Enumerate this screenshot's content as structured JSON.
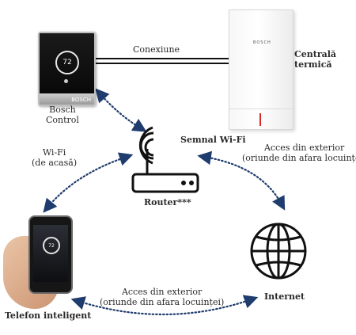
{
  "labels": {
    "thermostat": [
      "Bosch",
      "Control"
    ],
    "boiler": [
      "Centrală",
      "termică"
    ],
    "connection": "Conexiune",
    "wifi_signal": "Semnal Wi-Fi",
    "wifi_home": [
      "Wi-Fi",
      "(de acasă)"
    ],
    "remote_access_right": [
      "Acces din exterior",
      "(oriunde din afara locuinței)"
    ],
    "router": "Router***",
    "internet": "Internet",
    "remote_access_bottom": [
      "Acces din exterior",
      "(oriunde din afara locuinței)"
    ],
    "smartphone": "Telefon inteligent"
  },
  "device_display": {
    "thermostat_temp": "72",
    "phone_temp": "72",
    "thermostat_brand": "BOSCH",
    "boiler_brand": "BOSCH"
  },
  "colors": {
    "link_dotted": "#1f3c6e",
    "connection_line": "#111111",
    "boiler_led": "#d62a2a"
  },
  "icons": {
    "router": "wifi-router-icon",
    "internet": "globe-icon",
    "thermostat": "smart-thermostat",
    "boiler": "wall-boiler",
    "phone": "smartphone-in-hand"
  }
}
